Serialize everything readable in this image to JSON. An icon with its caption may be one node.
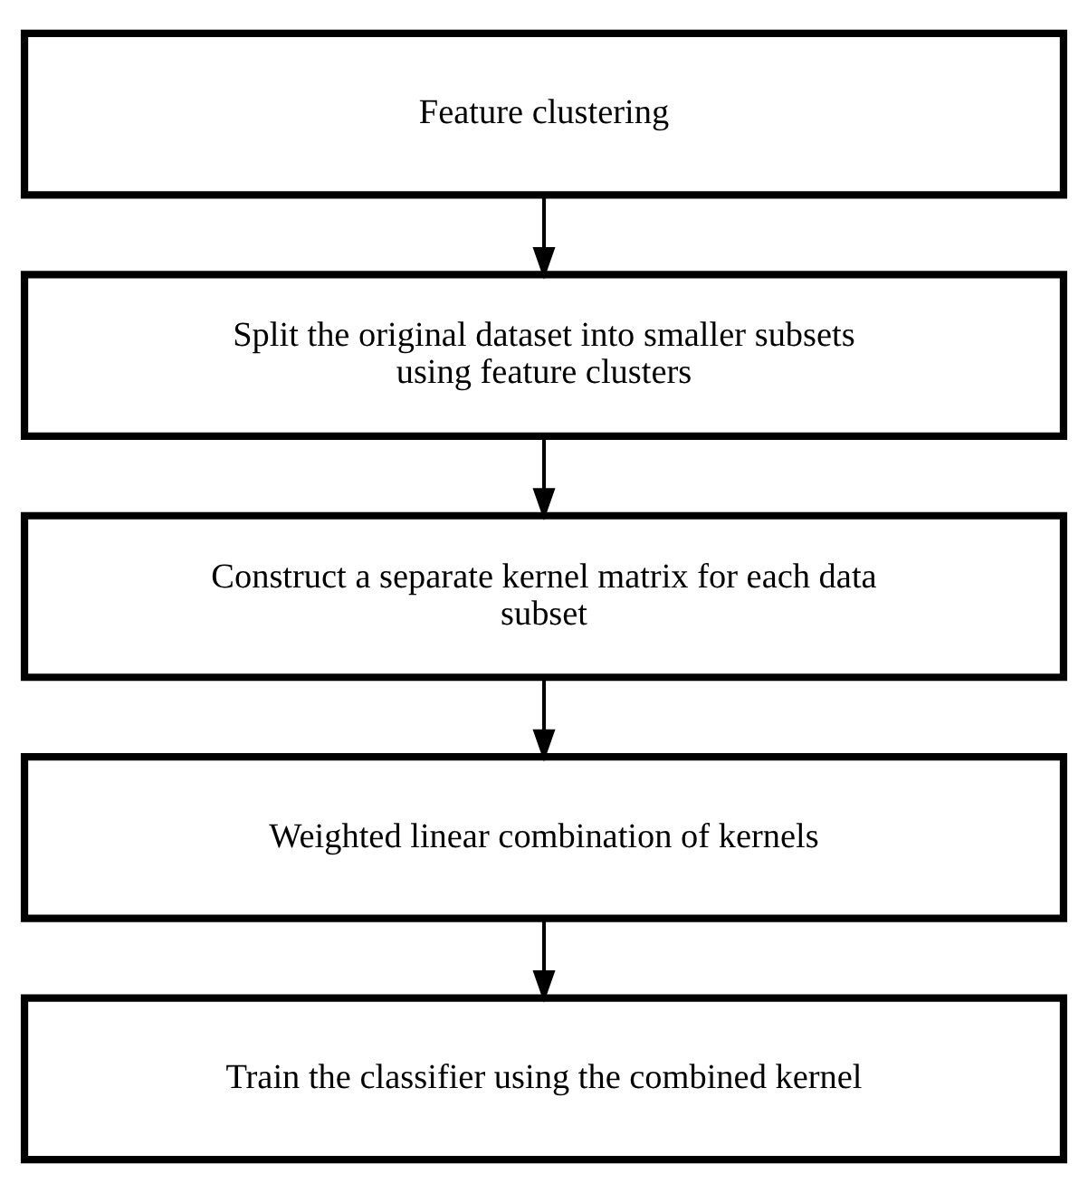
{
  "diagram": {
    "nodes": [
      {
        "text": [
          "Feature clustering"
        ]
      },
      {
        "text": [
          "Split the original dataset into smaller subsets using feature clusters"
        ]
      },
      {
        "text": [
          "Construct a separate kernel matrix for each data subset"
        ]
      },
      {
        "text": [
          "Weighted linear combination of kernels"
        ]
      },
      {
        "text": [
          "Train the classifier using the combined kernel"
        ]
      }
    ],
    "edges": [
      {
        "from": 0,
        "to": 1,
        "arrow": "to"
      },
      {
        "from": 1,
        "to": 2,
        "arrow": "to"
      },
      {
        "from": 2,
        "to": 3,
        "arrow": "to"
      },
      {
        "from": 3,
        "to": 4,
        "arrow": "to"
      }
    ]
  }
}
